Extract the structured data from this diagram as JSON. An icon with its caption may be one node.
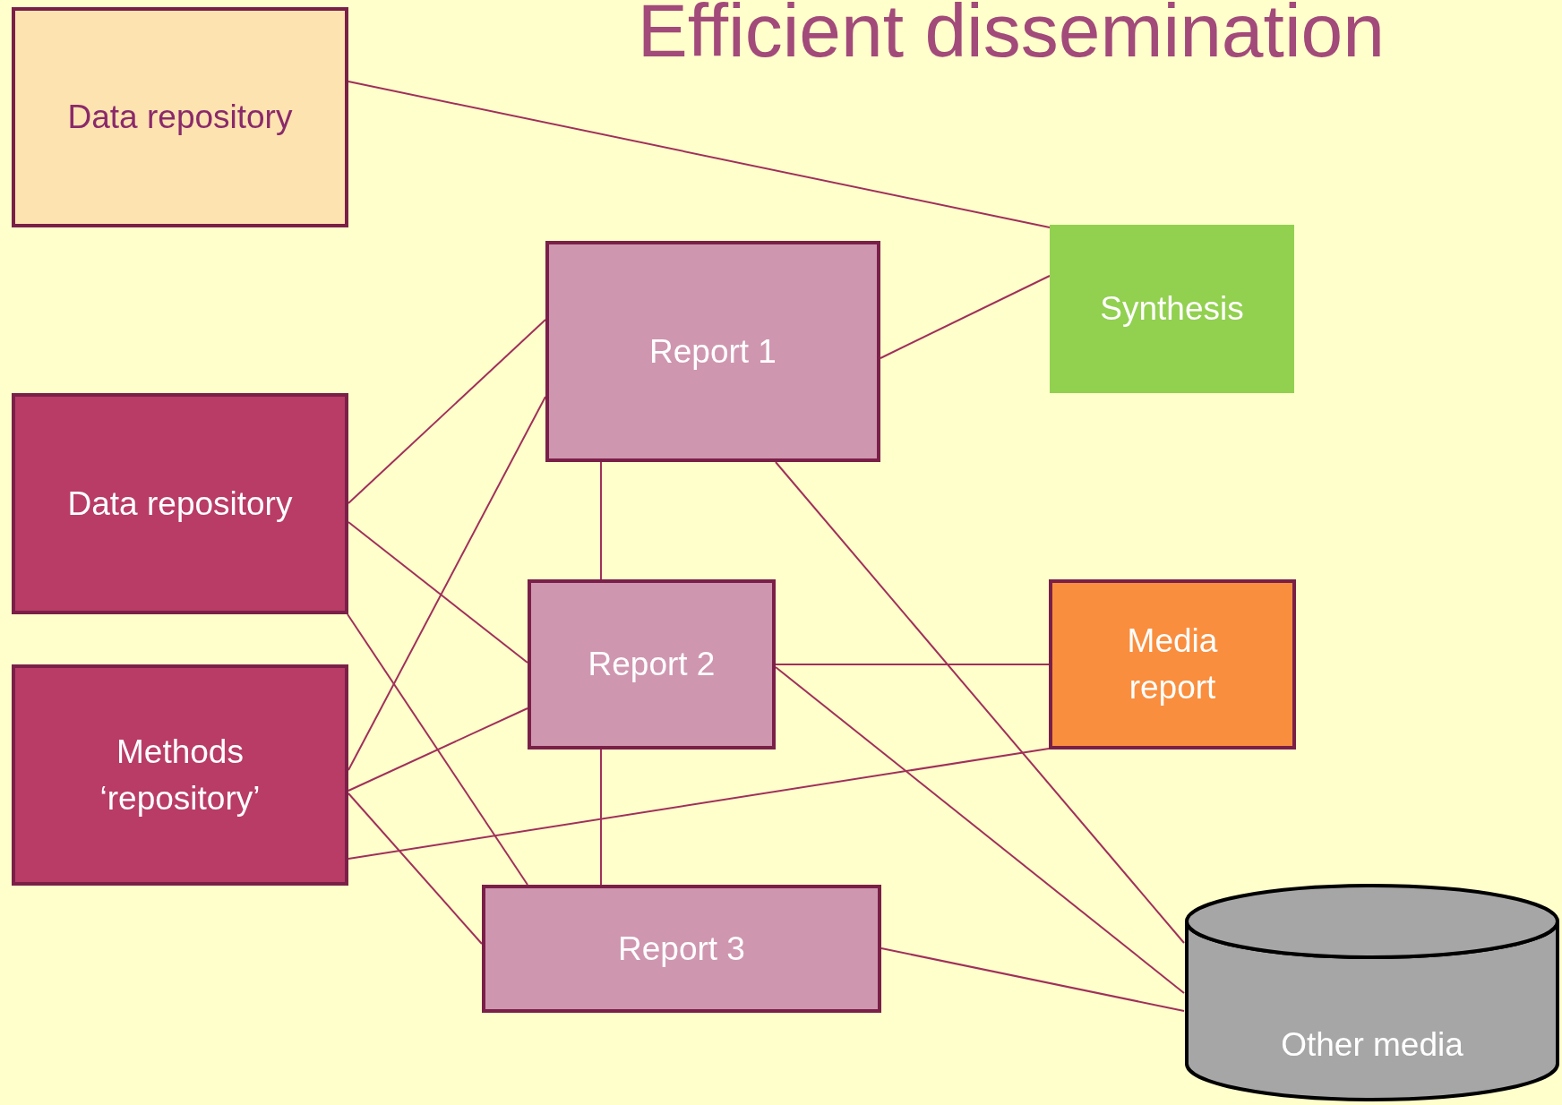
{
  "diagram": {
    "title": "Efficient dissemination",
    "nodes": [
      {
        "text": [
          "Data repository"
        ]
      },
      {
        "text": [
          "Report 1"
        ]
      },
      {
        "text": [
          "Synthesis"
        ]
      },
      {
        "text": [
          "Data repository"
        ]
      },
      {
        "text": [
          "Report 2"
        ]
      },
      {
        "text": [
          "Media report"
        ]
      },
      {
        "text": [
          "Methods ‘repository’"
        ]
      },
      {
        "text": [
          "Report 3"
        ]
      },
      {
        "text": [
          "Other media"
        ]
      }
    ],
    "edges": [
      {
        "from": 0,
        "to": 2,
        "arrow": "none"
      },
      {
        "from": 1,
        "to": 2,
        "arrow": "none"
      },
      {
        "from": 3,
        "to": 1,
        "arrow": "none"
      },
      {
        "from": 3,
        "to": 4,
        "arrow": "none"
      },
      {
        "from": 3,
        "to": 7,
        "arrow": "none"
      },
      {
        "from": 6,
        "to": 1,
        "arrow": "none"
      },
      {
        "from": 6,
        "to": 4,
        "arrow": "none"
      },
      {
        "from": 6,
        "to": 5,
        "arrow": "none"
      },
      {
        "from": 6,
        "to": 7,
        "arrow": "none"
      },
      {
        "from": 1,
        "to": 4,
        "arrow": "none"
      },
      {
        "from": 4,
        "to": 7,
        "arrow": "none"
      },
      {
        "from": 1,
        "to": 8,
        "arrow": "none"
      },
      {
        "from": 4,
        "to": 5,
        "arrow": "none"
      },
      {
        "from": 4,
        "to": 8,
        "arrow": "none"
      },
      {
        "from": 7,
        "to": 8,
        "arrow": "none"
      }
    ]
  }
}
